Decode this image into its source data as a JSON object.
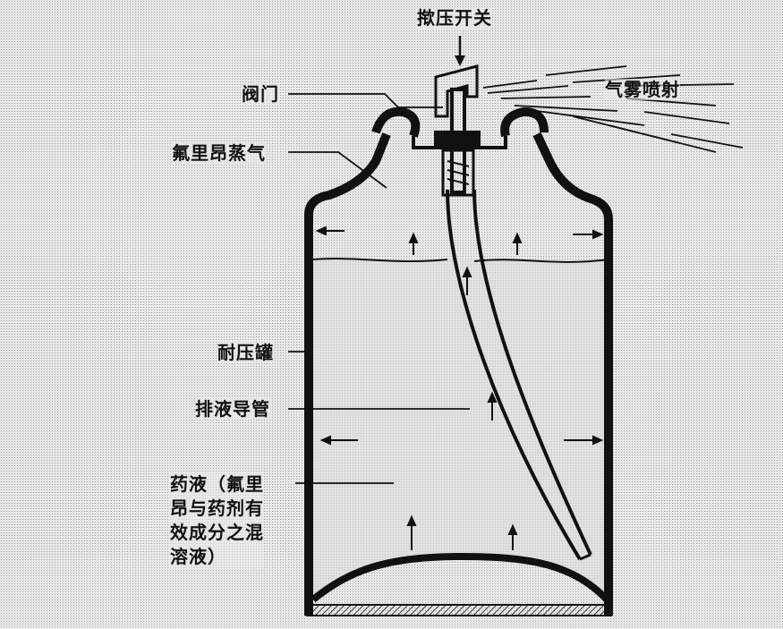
{
  "diagram": {
    "labels": {
      "press_switch": "揿压开关",
      "valve": "阀门",
      "freon_vapor": "氟里昂蒸气",
      "spray": "气雾喷射",
      "pressure_can": "耐压罐",
      "dip_tube": "排液导管",
      "liquid": "药液（氟里\n昂与药剂有\n效成分之混\n溶液）"
    },
    "colors": {
      "ink": "#111111",
      "background": "#e9e9e9",
      "stipple": "#9d9d9d",
      "liquid_fill": "#dcdcdc"
    }
  }
}
